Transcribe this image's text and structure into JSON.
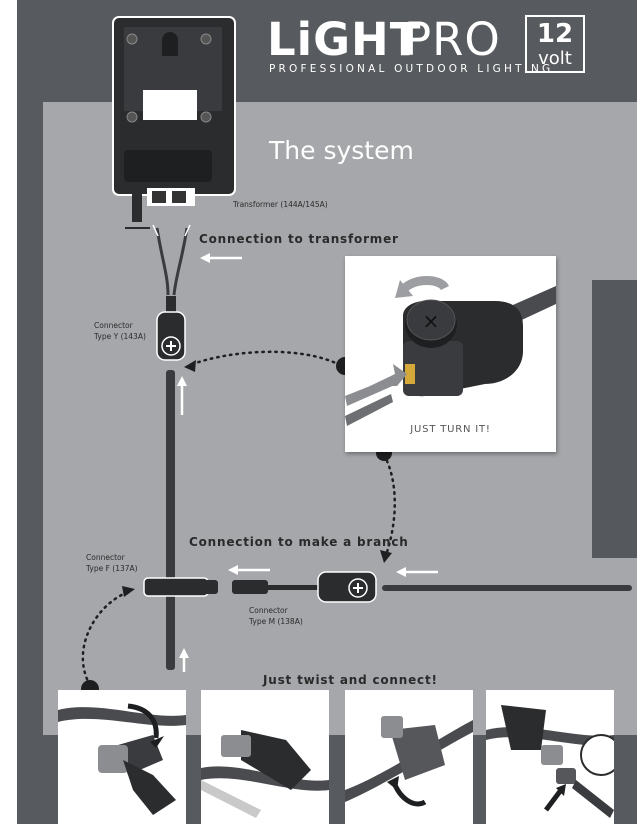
{
  "brand": {
    "name_bold": "LiGHT",
    "name_light": "PRO",
    "tagline": "PROFESSIONAL OUTDOOR LIGHTING",
    "voltage_number": "12",
    "voltage_unit": "volt"
  },
  "page": {
    "title": "The system"
  },
  "labels": {
    "transformer": "Transformer (144A/145A)",
    "connection_transformer": "Connection to transformer",
    "connector_y_line1": "Connector",
    "connector_y_line2": "Type Y (143A)",
    "just_turn_it": "JUST TURN IT!",
    "connection_branch": "Connection to make a branch",
    "connector_f_line1": "Connector",
    "connector_f_line2": "Type F (137A)",
    "connector_m_line1": "Connector",
    "connector_m_line2": "Type M (138A)",
    "twist_connect": "Just twist and connect!"
  },
  "icons": {
    "plus": "+",
    "cross": "×"
  },
  "colors": {
    "background_dark": "#575a5e",
    "panel_grey": "#a5a7aa",
    "white": "#ffffff",
    "device_black": "#2b2c2e"
  }
}
